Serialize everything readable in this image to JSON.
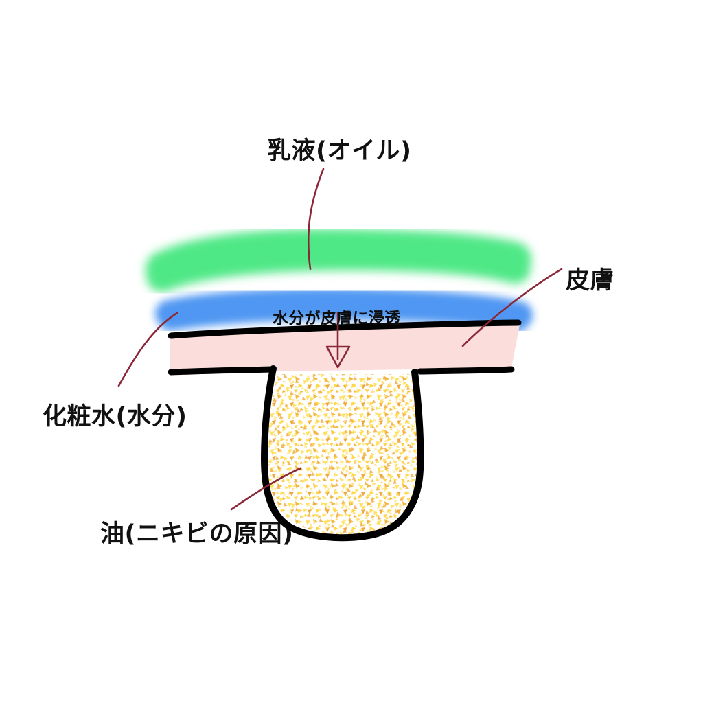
{
  "diagram": {
    "title": "skin-care-layers-diagram",
    "background": "#ffffff",
    "labels": {
      "emulsion": "乳液(オイル)",
      "skin": "皮膚",
      "toner": "化粧水(水分)",
      "sebum": "油(ニキビの原因)"
    },
    "caption": "水分が皮膚に浸透",
    "colors": {
      "emulsion_band": "#4FE886",
      "toner_band": "#4F97F2",
      "skin_fill": "#FBDEDC",
      "sebum_light": "#FFE25C",
      "sebum_dark": "#F0A93C",
      "outline": "#000000",
      "leader_line": "#8B2838",
      "arrow": "#8B2838",
      "text": "#111111"
    },
    "elements": {
      "emulsion_band_name": "乳液レイヤー",
      "toner_band_name": "化粧水レイヤー",
      "skin_band_name": "皮膚レイヤー",
      "pore_name": "毛穴",
      "arrow_name": "浸透矢印"
    }
  }
}
